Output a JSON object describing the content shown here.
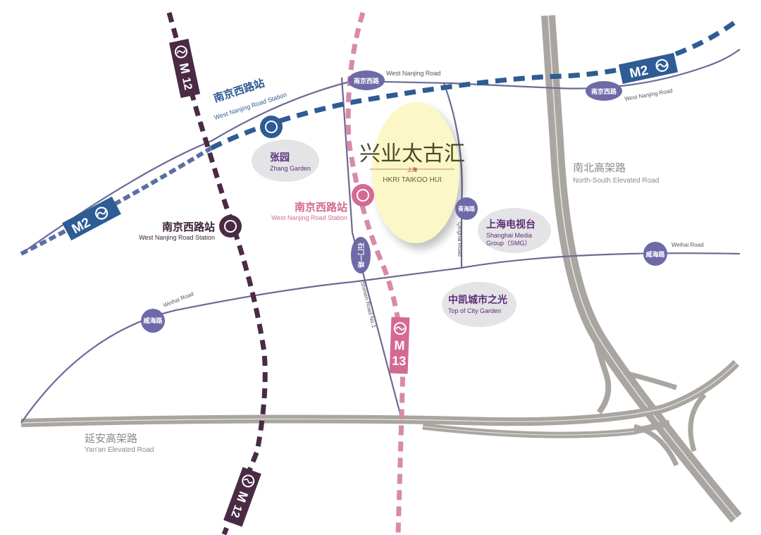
{
  "map": {
    "project": {
      "name_cn": "兴业太古汇",
      "sub_cn": "上海",
      "name_en": "HKRI TAIKOO HUI"
    },
    "metro_lines": {
      "m2": {
        "label": "M2",
        "color": "#2e5c94"
      },
      "m12": {
        "label_top": "M",
        "label_bottom": "12",
        "color": "#4a2a45"
      },
      "m13": {
        "label_top": "M",
        "label_bottom": "13",
        "color": "#d46a94"
      }
    },
    "stations": {
      "m2_station": {
        "cn": "南京西路站",
        "en": "West Nanjing Road Station",
        "color": "#2e5c94"
      },
      "m12_station": {
        "cn": "南京西路站",
        "en": "West Nanjing Road Station",
        "color": "#4a2a45"
      },
      "m13_station": {
        "cn": "南京西路站",
        "en": "West Nanjing Road Station",
        "color": "#d46a94"
      }
    },
    "roads": {
      "west_nanjing_1": {
        "badge": "南京西路",
        "en": "West Nanjing Road"
      },
      "west_nanjing_2": {
        "badge": "南京西路",
        "en": "West Nanjing Road"
      },
      "qinghai": {
        "badge": "青海路",
        "en": "Qinghai Road"
      },
      "shimen": {
        "badge": "石门一路",
        "en": "Shimen Road No.1"
      },
      "weihai_1": {
        "badge": "威海路",
        "en": "Weihai Road"
      },
      "weihai_2": {
        "badge": "威海路",
        "en": "Weihai Road"
      },
      "north_south": {
        "cn": "南北高架路",
        "en": "North-South Elevated Road"
      },
      "yanan": {
        "cn": "延安高架路",
        "en": "Yan'an Elevated Road"
      }
    },
    "landmarks": {
      "zhang_garden": {
        "cn": "张园",
        "en": "Zhang Garden"
      },
      "smg": {
        "cn": "上海电视台",
        "en_1": "Shanghai Media",
        "en_2": "Group（SMG）"
      },
      "top_of_city": {
        "cn": "中凯城市之光",
        "en": "Top of City Garden"
      }
    },
    "colors": {
      "road": "#6b6a96",
      "badge": "#6e6aa8",
      "elevated": "#a9a5a0",
      "landmark_bg": "#e4e3e6",
      "landmark_text": "#5b2f78",
      "project_bg": "#fbf7c6"
    }
  }
}
